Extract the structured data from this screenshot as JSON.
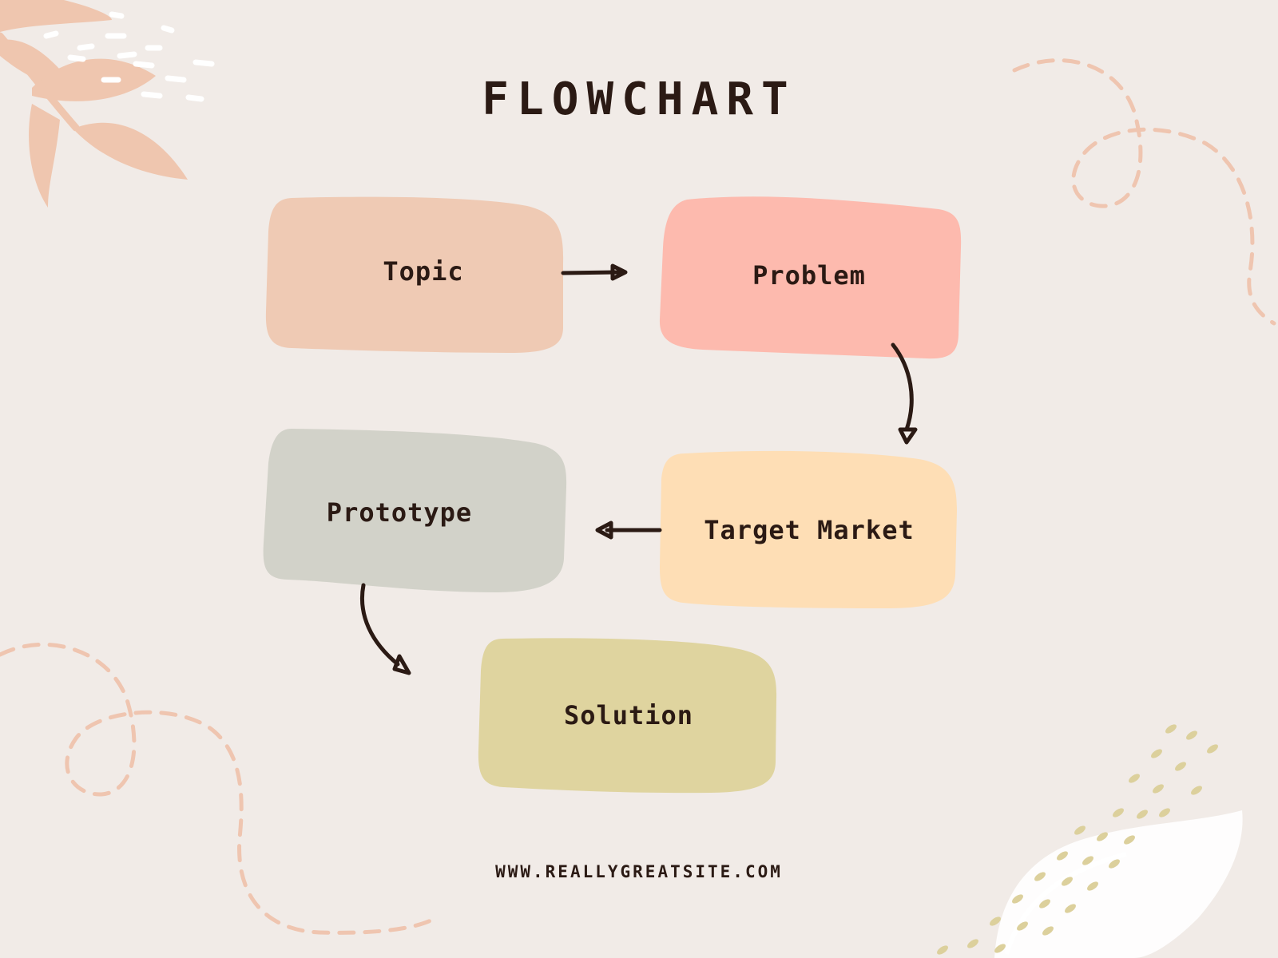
{
  "title": "FLOWCHART",
  "nodes": {
    "topic": "Topic",
    "problem": "Problem",
    "target_market": "Target Market",
    "prototype": "Prototype",
    "solution": "Solution"
  },
  "footer": "WWW.REALLYGREATSITE.COM",
  "colors": {
    "background": "#f1ebe7",
    "topic": "#efcab4",
    "problem": "#fdbaae",
    "target_market": "#fedeb5",
    "prototype": "#d2d2c9",
    "solution": "#dfd49f",
    "text": "#2b1a14",
    "dash_decor": "#efc5b0",
    "leaf": "#efc6af",
    "dots": "#dcd09c"
  }
}
